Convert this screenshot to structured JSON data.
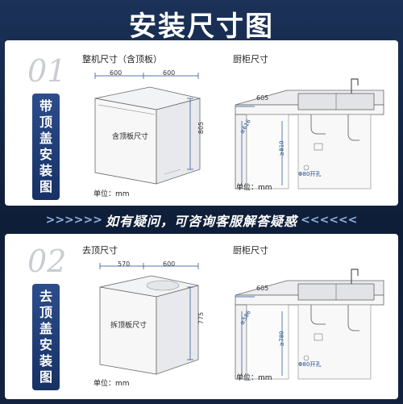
{
  "title": "安装尺寸图",
  "banner": {
    "left_arrows": ">>>>>>",
    "text": "如有疑问，可咨询客服解答疑惑",
    "right_arrows": "<<<<<<"
  },
  "section1": {
    "number": "01",
    "tag": [
      "带",
      "顶",
      "盖",
      "安",
      "装",
      "图"
    ],
    "machine_title": "整机尺寸（含顶板）",
    "cabinet_title": "厨柜尺寸",
    "machine_label": "含顶板尺寸",
    "unit": "单位：mm",
    "cab_unit": "单位：mm",
    "dim_w1": "600",
    "dim_w2": "600",
    "dim_h": "805",
    "cab_depth": "605",
    "cab_side": "≥616",
    "cab_h": "≥810",
    "hole": "Φ80开孔"
  },
  "section2": {
    "number": "02",
    "tag": [
      "去",
      "顶",
      "盖",
      "安",
      "装",
      "图"
    ],
    "machine_title": "去顶尺寸",
    "cabinet_title": "厨柜尺寸",
    "machine_label": "拆顶板尺寸",
    "unit": "单位：mm",
    "cab_unit": "单位：mm",
    "dim_w1": "570",
    "dim_w2": "600",
    "dim_h": "775",
    "cab_depth": "605",
    "cab_side": "≥586",
    "cab_h": "≥780",
    "hole": "Φ80开孔"
  },
  "colors": {
    "accent": "#2c4c8c",
    "dim_line": "#1a4a8a"
  }
}
